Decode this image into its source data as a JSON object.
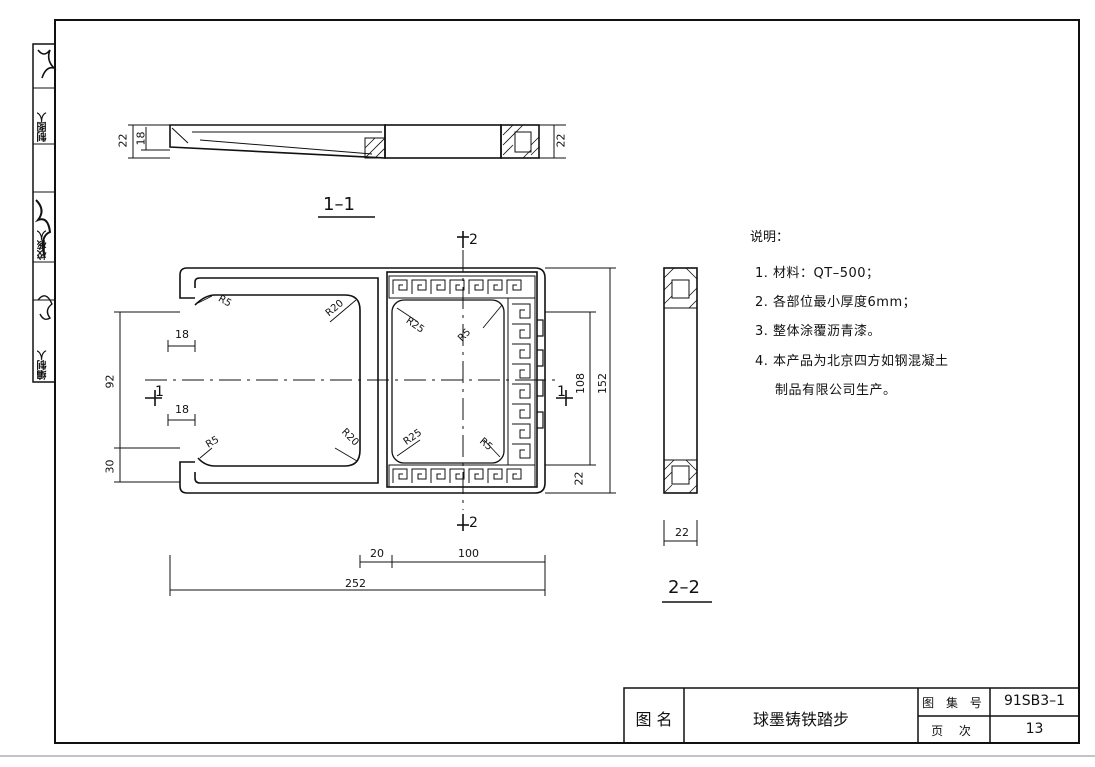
{
  "side_strip": {
    "roles": [
      "编制人",
      "校核人",
      "制图人"
    ]
  },
  "sections": {
    "s11": {
      "label": "1–1"
    },
    "s22": {
      "label": "2–2"
    },
    "cut_marks": {
      "top": "2",
      "bottom": "2",
      "left": "1",
      "right": "1"
    }
  },
  "dimensions": {
    "s11_left_outer": "22",
    "s11_left_inner": "18",
    "s11_right": "22",
    "plan_top_gap": "18",
    "plan_bottom_gap": "18",
    "plan_left_92": "92",
    "plan_left_30": "30",
    "plan_right_108": "108",
    "plan_right_152": "152",
    "plan_right_22": "22",
    "plan_bottom_20": "20",
    "plan_bottom_100": "100",
    "plan_bottom_252": "252",
    "s22_width": "22",
    "r5_top": "R5",
    "r5_bottom": "R5",
    "r20_top": "R20",
    "r20_bottom": "R20",
    "r25_top": "R25",
    "r25_bottom": "R25",
    "r5_inner_top": "R5",
    "r5_inner_bottom": "R5"
  },
  "notes": {
    "title": "说明：",
    "items": [
      "1. 材料：QT–500；",
      "2. 各部位最小厚度6mm；",
      "3. 整体涂覆沥青漆。",
      "4. 本产品为北京四方如钢混凝土",
      "制品有限公司生产。"
    ]
  },
  "title_block": {
    "label_name": "图 名",
    "drawing_name": "球墨铸铁踏步",
    "label_atlas": "图 集 号",
    "atlas_no": "91SB3–1",
    "label_page": "页 次",
    "page_no": "13"
  }
}
